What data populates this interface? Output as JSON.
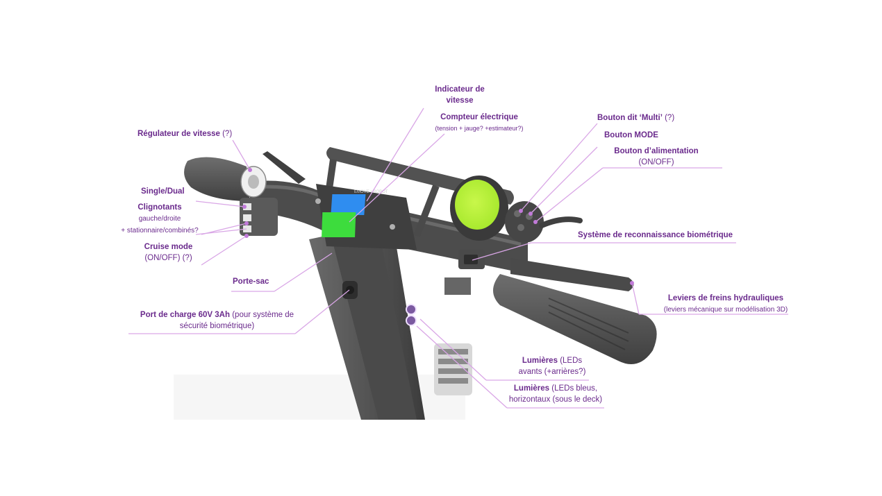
{
  "palette": {
    "accent": "#7b2f9e",
    "leader": "#d9a6e6",
    "screen_blue": "#2f8df0",
    "screen_green": "#3ddc3d",
    "dial_green": "#b5f23a",
    "body": "#4f4f4f"
  },
  "labels": {
    "indicateur": {
      "line1": "Indicateur de",
      "line2": "vitesse"
    },
    "compteur": {
      "title": "Compteur électrique",
      "sub": "(tension + jauge? +estimateur?)"
    },
    "multi": {
      "title": "Bouton dit ‘Multi’",
      "sub": "(?)"
    },
    "mode": {
      "title": "Bouton MODE"
    },
    "alim": {
      "title": "Bouton d’alimentation",
      "sub": "(ON/OFF)"
    },
    "regulateur": {
      "title": "Régulateur de vitesse",
      "sub": "(?)"
    },
    "single": {
      "title": "Single/Dual"
    },
    "clignotants": {
      "title": "Clignotants",
      "line2": "gauche/droite",
      "line3": "+ stationnaire/combinés?"
    },
    "cruise": {
      "title": "Cruise mode",
      "sub": "(ON/OFF) (?)"
    },
    "biometrique": {
      "title": "Système de reconnaissance biométrique"
    },
    "portesac": {
      "title": "Porte-sac"
    },
    "port": {
      "title": "Port de charge 60V 3Ah",
      "sub1": "(pour système de",
      "sub2": "sécurité biométrique)"
    },
    "leviers": {
      "title": "Leviers de freins hydrauliques",
      "sub": "(leviers mécanique sur modélisation 3D)"
    },
    "lumieres1": {
      "title": "Lumières",
      "sub1": "(LEDs",
      "sub2": "avants (+arrières?)"
    },
    "lumieres2": {
      "title": "Lumières",
      "sub1": "(LEDs bleus,",
      "sub2": "horizontaux (sous le deck)"
    }
  },
  "device": {
    "brand_text": "EMOVE • ROBOT"
  }
}
